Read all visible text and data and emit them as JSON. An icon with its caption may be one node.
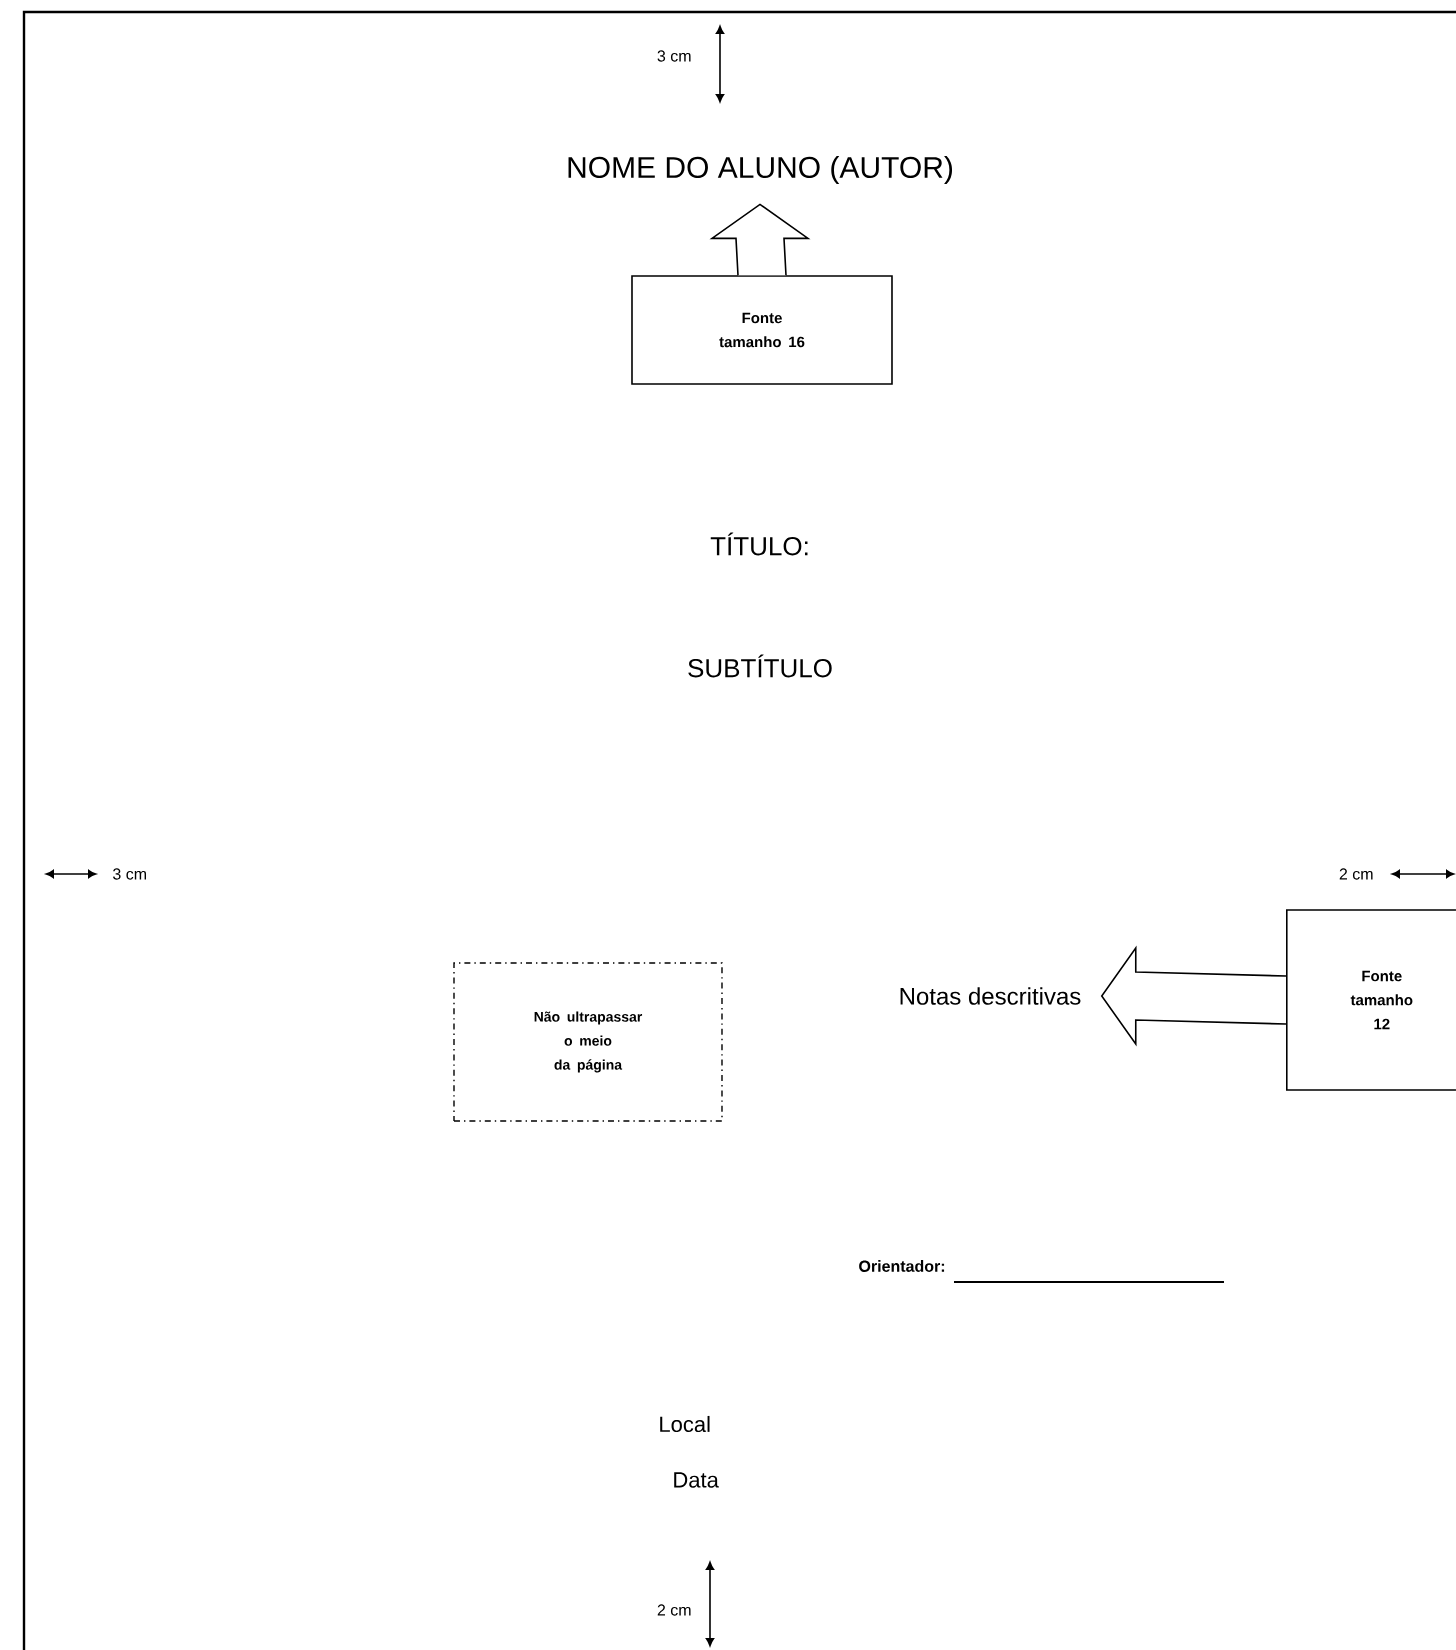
{
  "diagram": {
    "nodes": [
      {
        "text": [
          "NOME DO ALUNO (AUTOR)"
        ]
      },
      {
        "text": [
          "Fonte tamanho 16"
        ]
      },
      {
        "text": [
          "Fonte tamanho 12"
        ]
      },
      {
        "text": [
          "Não ultrapassar o meio da página"
        ]
      },
      {
        "text": [
          "Notas descritivas"
        ]
      }
    ],
    "edges": [
      {
        "from": 1,
        "to": 0,
        "arrow": "to"
      },
      {
        "from": 2,
        "to": 4,
        "arrow": "to"
      }
    ],
    "labels": [
      "3 cm",
      "TÍTULO:",
      "SUBTÍTULO",
      "3 cm",
      "2 cm",
      "Orientador:",
      "Local",
      "Data",
      "2 cm"
    ]
  }
}
